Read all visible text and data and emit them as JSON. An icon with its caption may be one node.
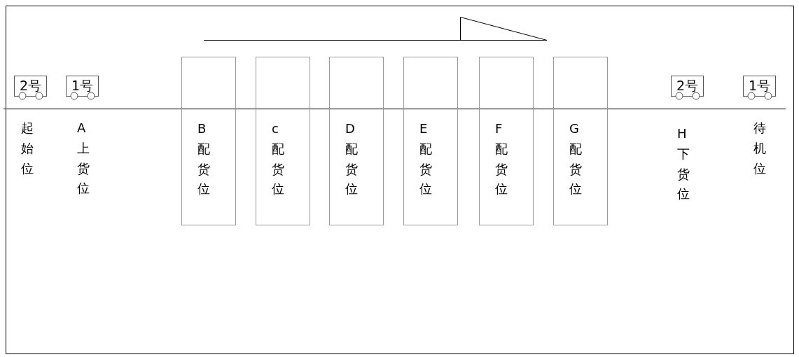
{
  "diagram": {
    "nodes": [
      {
        "text": [
          "2号"
        ]
      },
      {
        "text": [
          "1号"
        ]
      },
      {
        "text": [
          "B配货位"
        ]
      },
      {
        "text": [
          "c配货位"
        ]
      },
      {
        "text": [
          "D配货位"
        ]
      },
      {
        "text": [
          "E配货位"
        ]
      },
      {
        "text": [
          "F配货位"
        ]
      },
      {
        "text": [
          "G配货位"
        ]
      },
      {
        "text": [
          "2号"
        ]
      },
      {
        "text": [
          "1号"
        ]
      }
    ],
    "labels": [
      "起始位",
      "A上货位",
      "H下货位",
      "待机位"
    ]
  }
}
